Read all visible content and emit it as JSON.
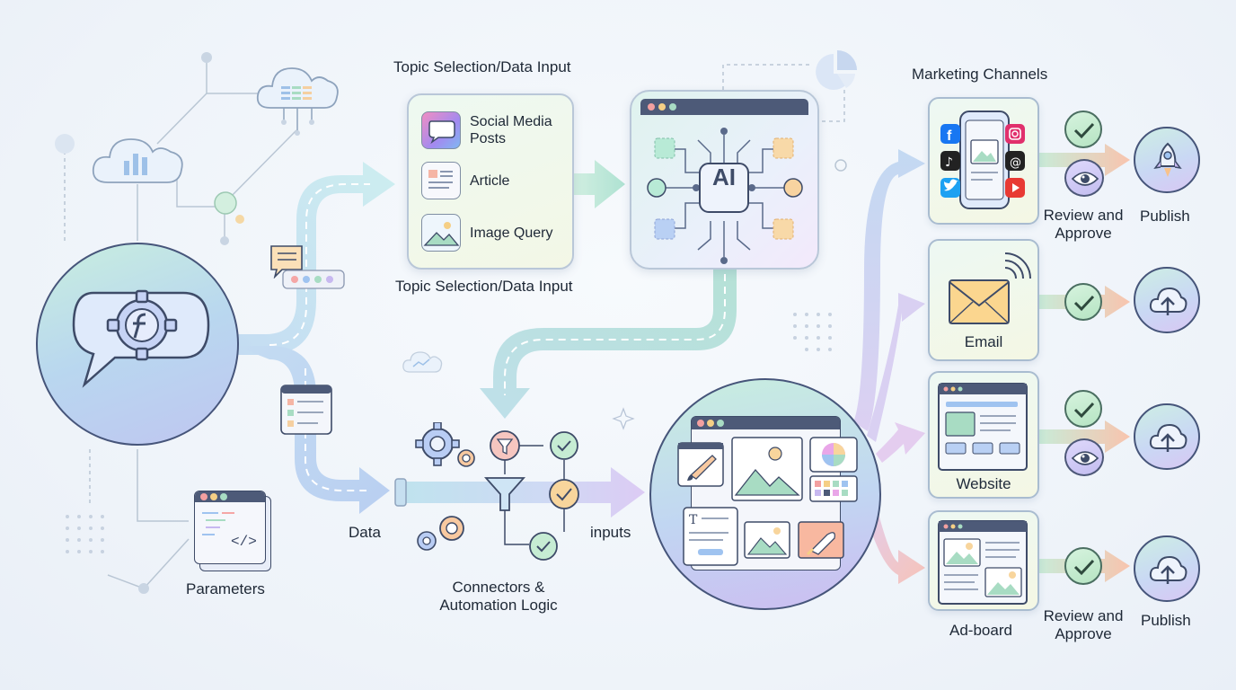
{
  "labels": {
    "topic_heading_top": "Topic Selection/Data Input",
    "topic_heading_bottom": "Topic Selection/Data Input",
    "marketing_heading": "Marketing Channels",
    "parameters": "Parameters",
    "data": "Data",
    "inputs": "inputs",
    "connectors": "Connectors & Automation Logic",
    "review_top": "Review and Approve",
    "publish_top": "Publish",
    "review_bottom": "Review and Approve",
    "publish_bottom": "Publish"
  },
  "topic_items": [
    {
      "label": "Social Media Posts",
      "icon": "chat-bubble-icon"
    },
    {
      "label": "Article",
      "icon": "article-icon"
    },
    {
      "label": "Image Query",
      "icon": "image-icon"
    }
  ],
  "ai_label": "AI",
  "channels": [
    {
      "label": "",
      "icon": "phone-social-icon"
    },
    {
      "label": "Email",
      "icon": "envelope-icon"
    },
    {
      "label": "Website",
      "icon": "webpage-icon"
    },
    {
      "label": "Ad-board",
      "icon": "adboard-icon"
    }
  ],
  "colors": {
    "flow_blue": "#bcd9f2",
    "flow_green": "#bfe7d9",
    "flow_purple": "#d6c9f2",
    "flow_peach": "#f8c9b4",
    "dark_outline": "#3f4b66"
  }
}
